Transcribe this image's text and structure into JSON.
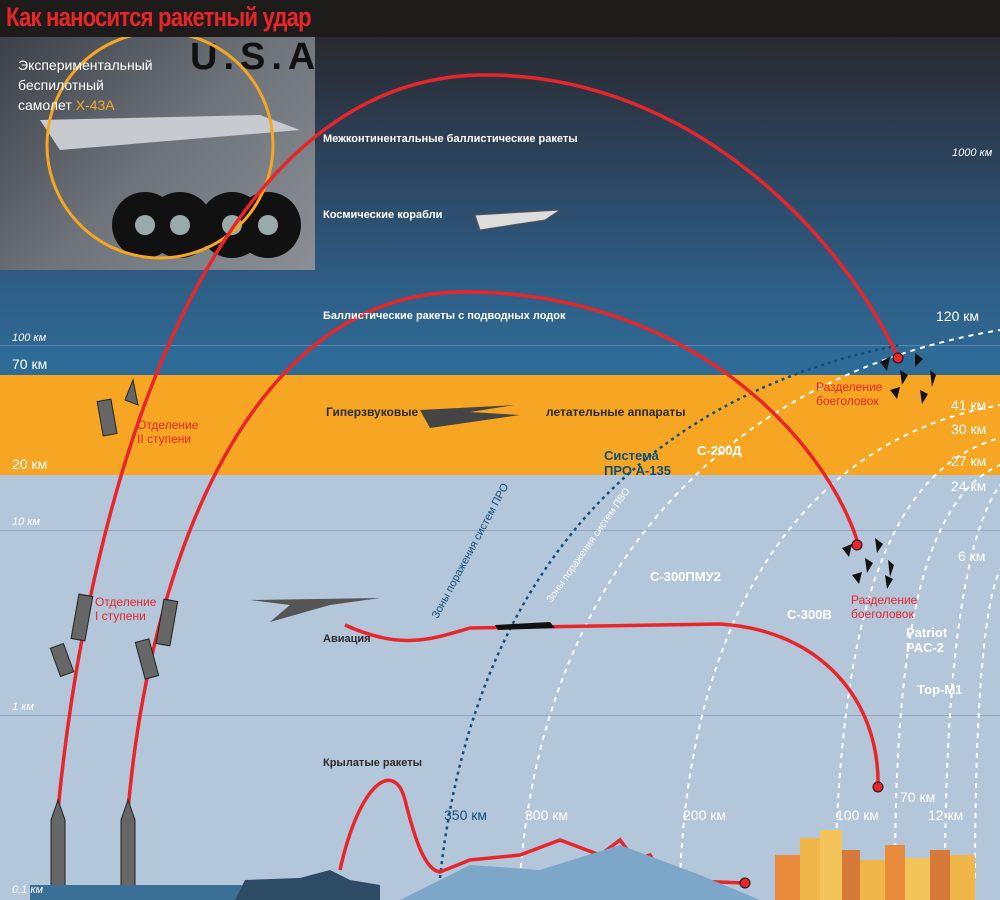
{
  "title": "Как наносится ракетный удар",
  "photo": {
    "marking": "U.S.A",
    "caption_line1": "Экспериментальный",
    "caption_line2": "беспилотный",
    "caption_line3": "самолет",
    "caption_highlight": "X-43A"
  },
  "altitudes": {
    "a1000": "1000 км",
    "a100": "100 км",
    "a70": "70 км",
    "a20": "20 км",
    "a10": "10 км",
    "a1": "1 км",
    "a01": "0,1 км"
  },
  "categories": {
    "icbm": "Межконтинентальные баллистические ракеты",
    "spacecraft": "Космические корабли",
    "slbm": "Баллистические ракеты с подводных лодок",
    "hypersonic_left": "Гиперзвуковые",
    "hypersonic_right": "летательные аппараты",
    "aviation": "Авиация",
    "cruise": "Крылатые ракеты"
  },
  "stages": {
    "stage2_line1": "Отделение",
    "stage2_line2": "II ступени",
    "stage1_line1": "Отделение",
    "stage1_line2": "I ступени",
    "sep_top_line1": "Разделение",
    "sep_top_line2": "боеголовок",
    "sep_low_line1": "Разделение",
    "sep_low_line2": "боеголовок"
  },
  "systems": {
    "a135_line1": "Система",
    "a135_line2": "ПРО А-135",
    "s200": "С-200Д",
    "s300pmu": "С-300ПМУ2",
    "s300v": "С-300В",
    "patriot_line1": "Patriot",
    "patriot_line2": "PAC-2",
    "tor": "Тор-М1",
    "pro_zone": "Зоны поражения систем ПРО",
    "pvo_zone": "Зоны поражения систем ПВО"
  },
  "heights": [
    "120 км",
    "41 км",
    "30 км",
    "27 км",
    "24 км",
    "6 км"
  ],
  "ranges": [
    "350 км",
    "300 км",
    "200 км",
    "100 км",
    "70 км",
    "12 км"
  ],
  "colors": {
    "trajectory": "#e8262a",
    "orange": "#f6a623",
    "pro": "#0f4f7f"
  }
}
